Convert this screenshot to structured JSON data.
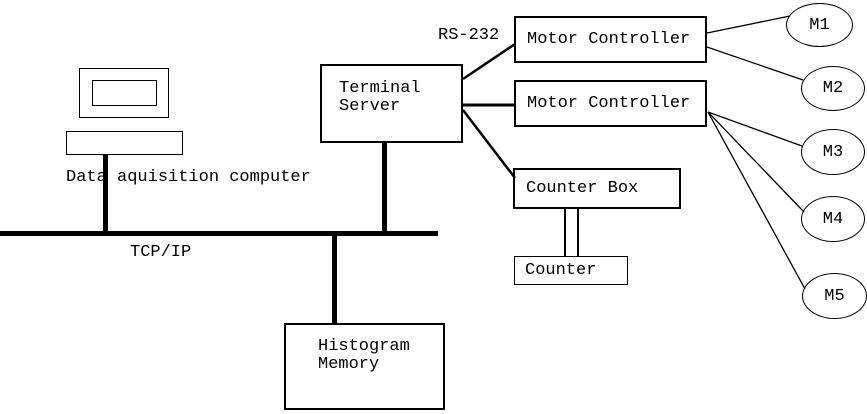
{
  "canvas": {
    "background": "#ffffff",
    "line_color": "#000000"
  },
  "labels": {
    "data_acquisition_computer": "Data aquisition computer",
    "network_bus": "TCP/IP",
    "serial_link": "RS-232"
  },
  "nodes": {
    "terminal_server": "Terminal\nServer",
    "motor_controller_1": "Motor Controller",
    "motor_controller_2": "Motor Controller",
    "counter_box": "Counter Box",
    "counter": "Counter",
    "histogram_memory": "Histogram\nMemory"
  },
  "motors": [
    {
      "label": "M1"
    },
    {
      "label": "M2"
    },
    {
      "label": "M3"
    },
    {
      "label": "M4"
    },
    {
      "label": "M5"
    }
  ]
}
